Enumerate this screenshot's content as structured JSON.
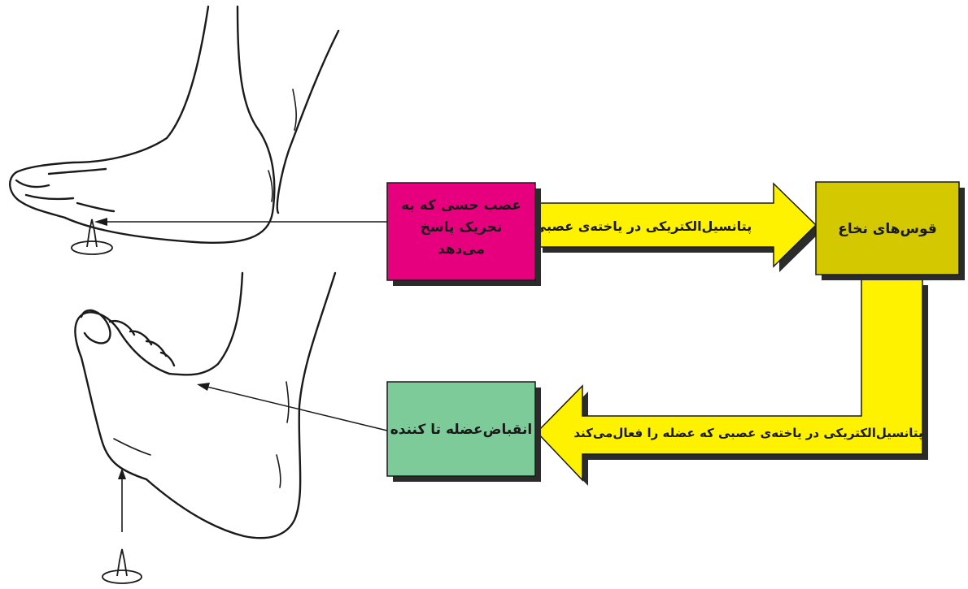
{
  "boxes": {
    "sensory_nerve": {
      "lines": [
        "عصب حسی که به",
        "تحریک پاسخ",
        "می‌دهد"
      ],
      "fill": "#e6007e"
    },
    "spinal_arc": {
      "text": "قوس‌های نخاع",
      "fill": "#d4c800"
    },
    "effector_muscle": {
      "text": "انقباض‌عضله تا کننده",
      "fill": "#7ecb9a"
    }
  },
  "arrows": {
    "upper": {
      "text": "پتانسیل‌الکتریکی در یاخته‌ی عصبی",
      "fill": "#fff200"
    },
    "lower": {
      "text": "پتانسیل‌الکتریکی در یاخته‌ی عصبی که عضله را فعال‌می‌کند",
      "fill": "#fff200"
    }
  },
  "colors": {
    "border": "#1a1a1a",
    "outline": "#1a1a1a",
    "shadow": "#2b2b2b"
  },
  "icons": [
    "foot-side-icon",
    "foot-lifted-icon",
    "thumbtack-icon"
  ]
}
